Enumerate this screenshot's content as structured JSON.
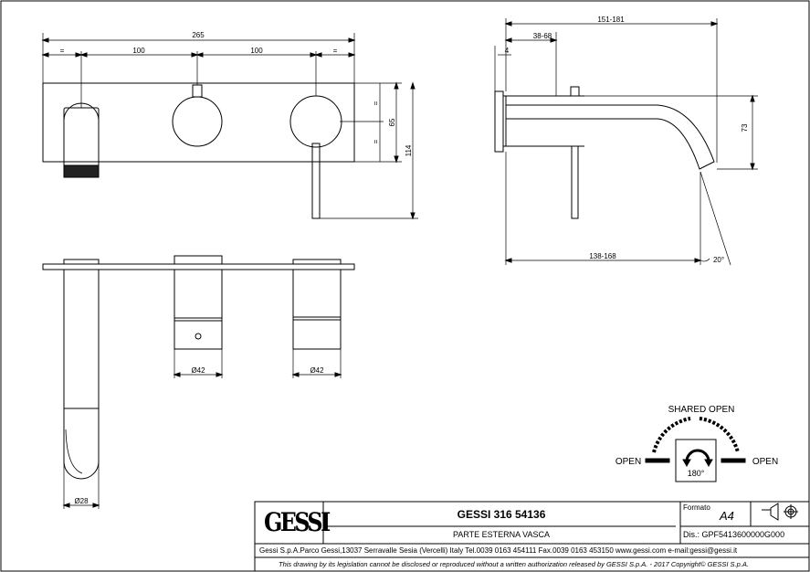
{
  "front_view": {
    "overall_width": "265",
    "spacing_left": "100",
    "spacing_right": "100",
    "equal_mark": "=",
    "plate_height": "65",
    "total_height": "114"
  },
  "side_view": {
    "depth_range": "151-181",
    "wall_range": "38-68",
    "wall_thickness": "4",
    "spout_height": "73",
    "spout_reach": "138-168",
    "spout_angle": "20°"
  },
  "top_view": {
    "diameter_1": "Ø42",
    "diameter_2": "Ø42",
    "spout_diameter": "Ø28"
  },
  "operation": {
    "shared_label": "SHARED OPEN",
    "left_label": "OPEN",
    "right_label": "OPEN",
    "rotation": "180°"
  },
  "title_block": {
    "logo_text": "GESSI",
    "product_code": "GESSI 316 54136",
    "description": "PARTE ESTERNA VASCA",
    "format_label": "Formato",
    "format_value": "A4",
    "drawing_number": "Dis.: GPF5413600000G000",
    "address": "Gessi S.p.A.Parco Gessi,13037 Serravalle Sesia (Vercelli) Italy Tel.0039 0163 454111 Fax.0039 0163 453150 www.gessi.com e-mail:gessi@gessi.it",
    "disclaimer": "This drawing by its legislation cannot be disclosed or reproduced without a written authorization released by GESSI S.p.A. - 2017 Copyright© GESSI S.p.A."
  }
}
